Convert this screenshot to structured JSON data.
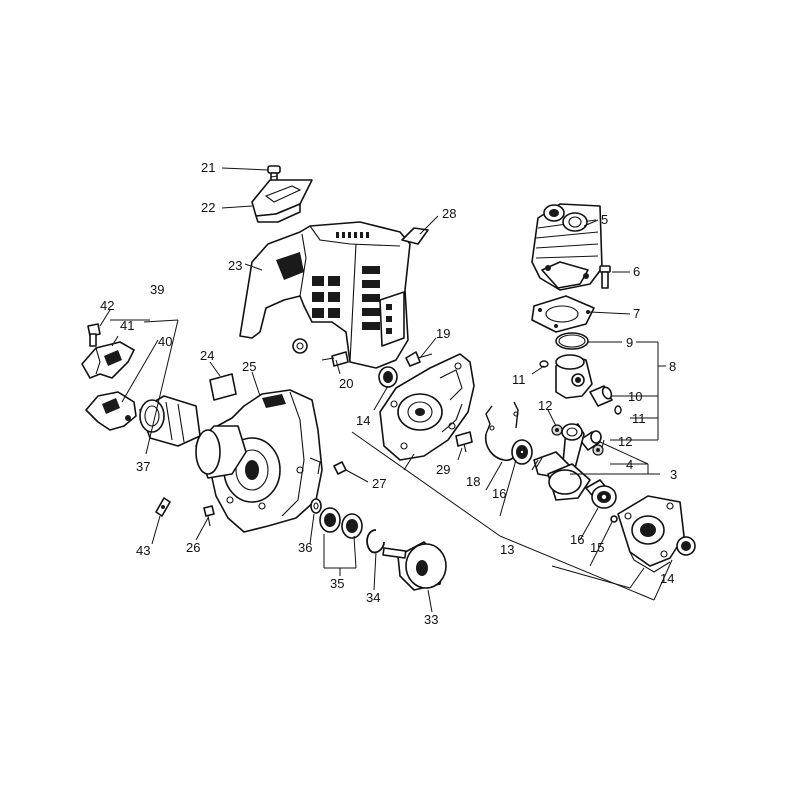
{
  "callouts": {
    "c3": "3",
    "c4": "4",
    "c5": "5",
    "c6": "6",
    "c7": "7",
    "c8": "8",
    "c9": "9",
    "c10": "10",
    "c11a": "11",
    "c11b": "11",
    "c12a": "12",
    "c12b": "12",
    "c13": "13",
    "c14a": "14",
    "c14b": "14",
    "c15": "15",
    "c16a": "16",
    "c16b": "16",
    "c18": "18",
    "c19": "19",
    "c20": "20",
    "c21": "21",
    "c22": "22",
    "c23": "23",
    "c24": "24",
    "c25": "25",
    "c26": "26",
    "c27": "27",
    "c28": "28",
    "c29": "29",
    "c33": "33",
    "c34": "34",
    "c35": "35",
    "c36": "36",
    "c37": "37",
    "c39": "39",
    "c40": "40",
    "c41": "41",
    "c42": "42",
    "c43": "43"
  }
}
